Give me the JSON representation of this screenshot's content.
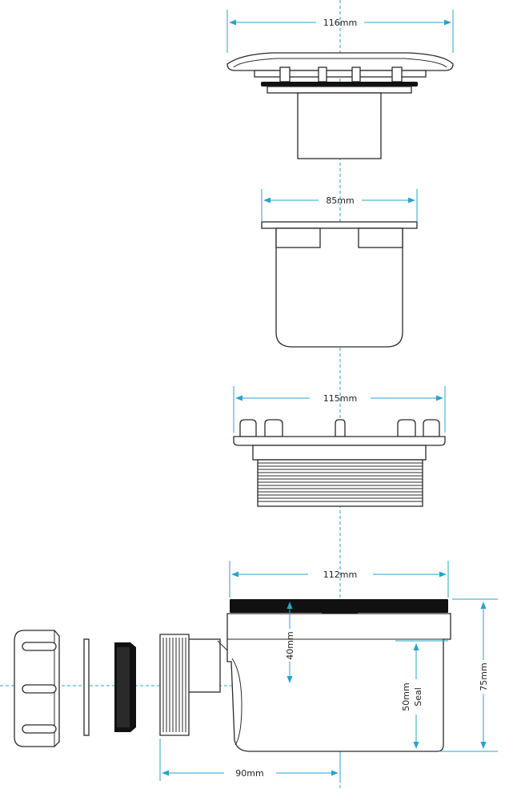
{
  "colors": {
    "dimension": "#29a3c9",
    "outline": "#2a2a2a",
    "gasket": "#111111"
  },
  "dimensions": {
    "cap_width": "116mm",
    "strainer_width": "85mm",
    "flange_width": "115mm",
    "body_width": "112mm",
    "depth_40": "40mm",
    "seal_depth": "50mm",
    "seal_label": "Seal",
    "total_height": "75mm",
    "outlet_length": "90mm"
  }
}
